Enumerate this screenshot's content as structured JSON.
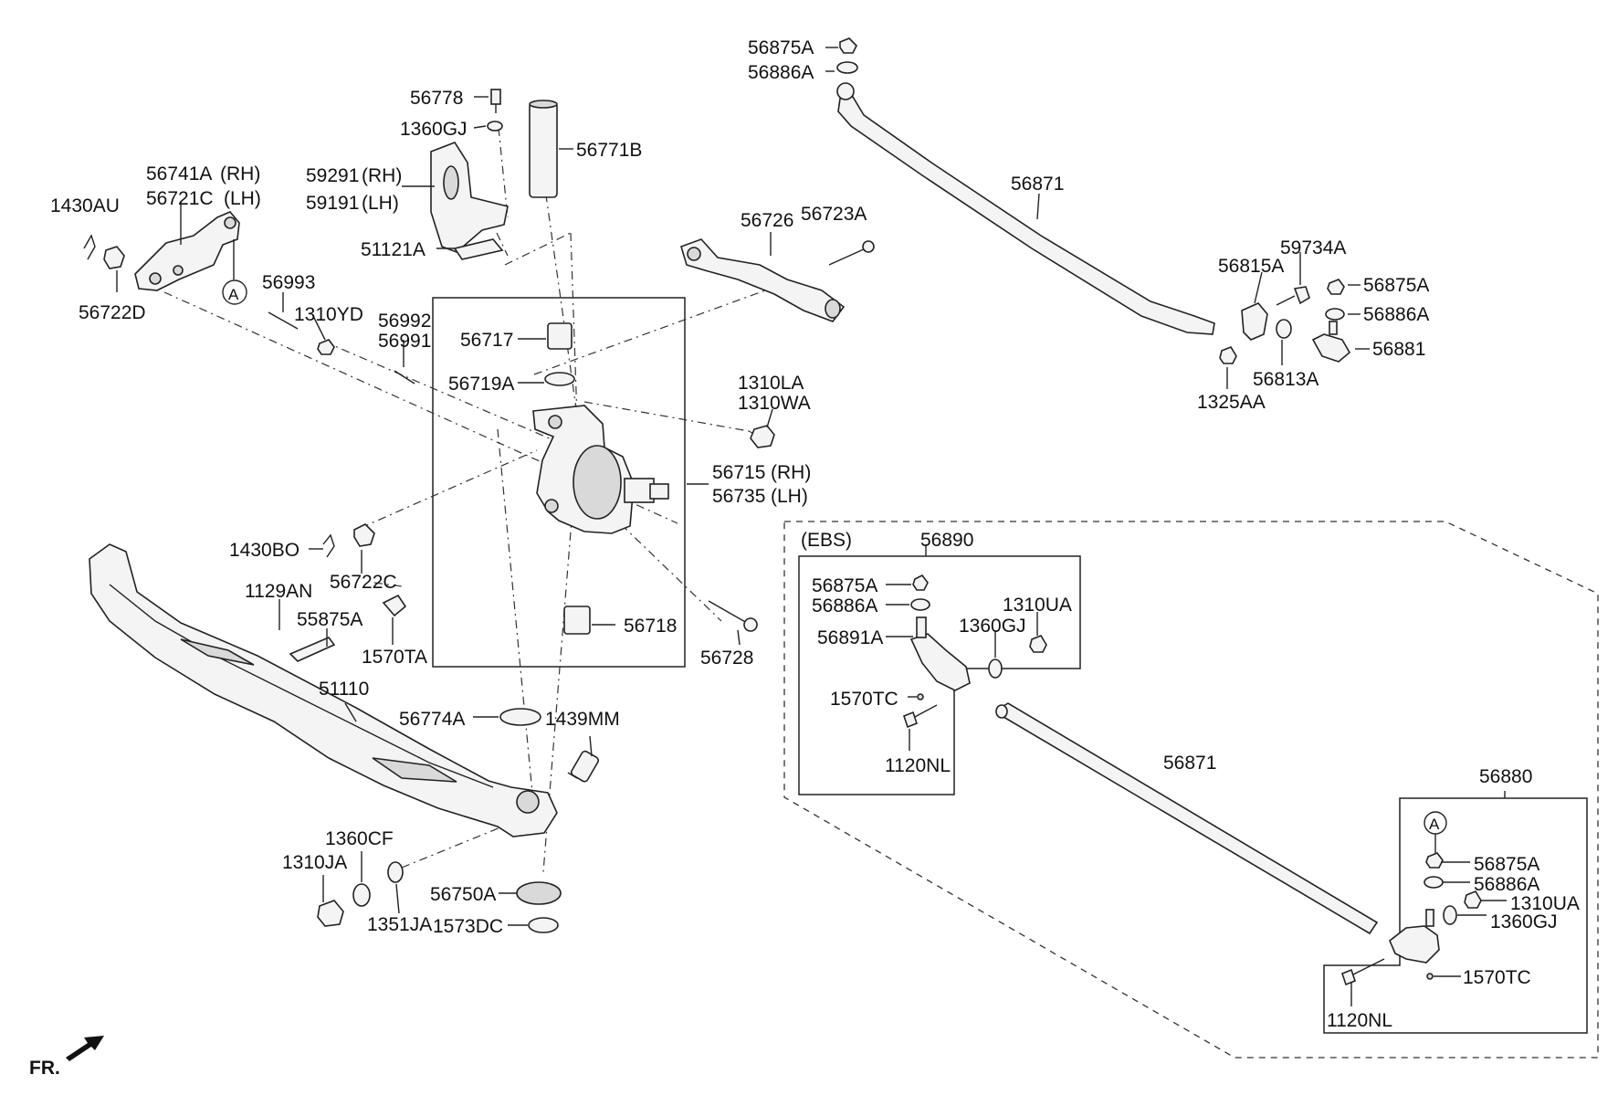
{
  "labels": {
    "p56875A_top": "56875A",
    "p56886A_top": "56886A",
    "p56778": "56778",
    "p1360GJ_top": "1360GJ",
    "p56771B": "56771B",
    "p56741A": "56741A",
    "p56741A_side": "(RH)",
    "p56721C": "56721C",
    "p56721C_side": "(LH)",
    "p1430AU": "1430AU",
    "p59291": "59291",
    "p59291_side": "(RH)",
    "p59191": "59191",
    "p59191_side": "(LH)",
    "p51121A": "51121A",
    "p56726": "56726",
    "p56723A": "56723A",
    "p56871_top": "56871",
    "p59734A": "59734A",
    "p56815A": "56815A",
    "p56875A_right": "56875A",
    "p56886A_right": "56886A",
    "p56881": "56881",
    "p56813A": "56813A",
    "p1325AA": "1325AA",
    "p56993": "56993",
    "p1310YD": "1310YD",
    "p56992": "56992",
    "p56991": "56991",
    "p56717": "56717",
    "p56722D": "56722D",
    "p56719A": "56719A",
    "p1310LA": "1310LA",
    "p1310WA": "1310WA",
    "p56715": "56715",
    "p56715_side": "(RH)",
    "p56735": "56735",
    "p56735_side": "(LH)",
    "p1430BO": "1430BO",
    "p56722C": "56722C",
    "p1129AN": "1129AN",
    "p55875A": "55875A",
    "p1570TA": "1570TA",
    "p56718": "56718",
    "p56728": "56728",
    "p51110": "51110",
    "p56774A": "56774A",
    "p1439MM": "1439MM",
    "p1360CF": "1360CF",
    "p1310JA": "1310JA",
    "p56750A": "56750A",
    "p1351JA": "1351JA",
    "p1573DC": "1573DC",
    "ebs": "(EBS)",
    "p56890": "56890",
    "p56875A_ebs": "56875A",
    "p56886A_ebs": "56886A",
    "p1310UA_ebs": "1310UA",
    "p1360GJ_ebs": "1360GJ",
    "p56891A": "56891A",
    "p1570TC_ebs": "1570TC",
    "p1120NL_ebs": "1120NL",
    "p56871_bottom": "56871",
    "p56880": "56880",
    "p56875A_br": "56875A",
    "p56886A_br": "56886A",
    "p1310UA_br": "1310UA",
    "p1360GJ_br": "1360GJ",
    "p1570TC_br": "1570TC",
    "p1120NL_br": "1120NL",
    "callout_a1": "A",
    "callout_a2": "A",
    "fr": "FR."
  }
}
